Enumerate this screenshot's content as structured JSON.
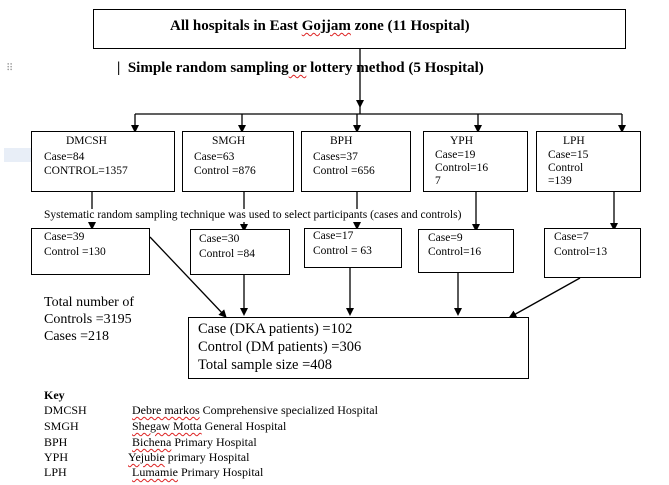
{
  "top": {
    "title_part1": "All hospitals in East ",
    "title_ul": "Gojjam",
    "title_part2": " zone (11 Hospital)"
  },
  "sampling": {
    "marker": "|",
    "text_part1": "Simple random sampling",
    "text_ul": " or",
    "text_part2": " lottery method (5 Hospital)"
  },
  "hospitals": [
    {
      "name": "DMCSH",
      "line1": "Case=84",
      "line2": "CONTROL=1357",
      "line3": ""
    },
    {
      "name": "SMGH",
      "line1": "Case=63",
      "line2": "Control =876",
      "line3": ""
    },
    {
      "name": "BPH",
      "line1": "Cases=37",
      "line2": "Control =656",
      "line3": ""
    },
    {
      "name": "YPH",
      "line1": "Case=19",
      "line2": "Control=16",
      "line3": "7"
    },
    {
      "name": "LPH",
      "line1": "Case=15",
      "line2": "Control",
      "line3": "=139"
    }
  ],
  "systematic_text": "Systematic random sampling   technique was used to select participants (cases and controls)",
  "samples": [
    {
      "line1": "Case=39",
      "line2": "Control =130"
    },
    {
      "line1": "Case=30",
      "line2": "Control =84"
    },
    {
      "line1": "Case=17",
      "line2": "Control = 63"
    },
    {
      "line1": "Case=9",
      "line2": "Control=16"
    },
    {
      "line1": "Case=7",
      "line2": "Control=13"
    }
  ],
  "totals": {
    "line1": "Total number of",
    "line2": "Controls =3195",
    "line3": "Cases =218"
  },
  "final": {
    "line1": "Case (DKA patients) =102",
    "line2": "Control (DM patients) =306",
    "line3": "Total sample size =408"
  },
  "key": {
    "title": "Key",
    "rows": [
      {
        "abbr": "DMCSH",
        "ul": "Debre markos",
        "rest": " Comprehensive specialized Hospital"
      },
      {
        "abbr": "SMGH",
        "ul": "Shegaw Motta",
        "rest": " General Hospital"
      },
      {
        "abbr": "BPH",
        "ul": "Bichena",
        "rest": " Primary Hospital"
      },
      {
        "abbr": "YPH",
        "ul": "Yejubie",
        "rest": " primary Hospital"
      },
      {
        "abbr": "LPH",
        "ul": "Lumamie",
        "rest": " Primary Hospital"
      }
    ]
  },
  "decor": {
    "grip_icon": "⠿"
  }
}
